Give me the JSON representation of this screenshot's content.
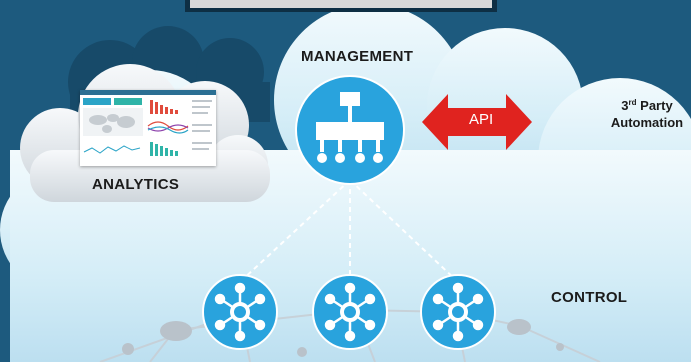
{
  "labels": {
    "management": "MANAGEMENT",
    "analytics": "ANALYTICS",
    "control": "CONTROL",
    "api": "API",
    "third_party_ordinal": "3",
    "third_party_sup": "rd",
    "third_party_word": "Party",
    "automation": "Automation"
  },
  "icons": {
    "management": "hierarchy-icon",
    "control": "network-node-icon",
    "api": "double-arrow-icon"
  },
  "colors": {
    "background": "#1d5a7e",
    "cloud": "#d6eef7",
    "node_blue": "#29a3dd",
    "api_arrow": "#e0231f",
    "label": "#1b1b1b"
  }
}
